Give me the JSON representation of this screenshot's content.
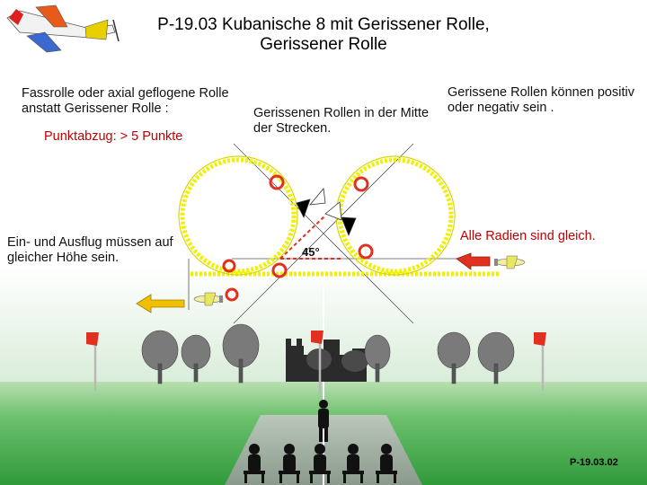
{
  "title_line1": "P-19.03 Kubanische 8 mit Gerissener Rolle,",
  "title_line2": "Gerissener Rolle",
  "note_alt_roll": "Fassrolle oder axial geflogene Rolle anstatt Gerissener Rolle :",
  "note_penalty": "Punktabzug: > 5 Punkte",
  "note_middle": "Gerissenen Rollen in der Mitte der Strecken.",
  "note_sign": "Gerissene Rollen können positiv oder negativ sein .",
  "note_entry_exit": "Ein- und Ausflug müssen auf gleicher Höhe sein.",
  "note_radii": "Alle Radien sind gleich.",
  "angle_label": "45°",
  "figure_code": "P-19.03.02",
  "colors": {
    "loop": "#f0f000",
    "marker": "#e03020",
    "arrow_left": "#f0c000",
    "arrow_right": "#e03020",
    "sky_top": "#ffffff",
    "grass": "#3fa83f"
  },
  "icons": [
    "airplane-icon",
    "flag-icon",
    "tree-icon",
    "castle-icon",
    "pilot-icon",
    "spectator-icon"
  ]
}
